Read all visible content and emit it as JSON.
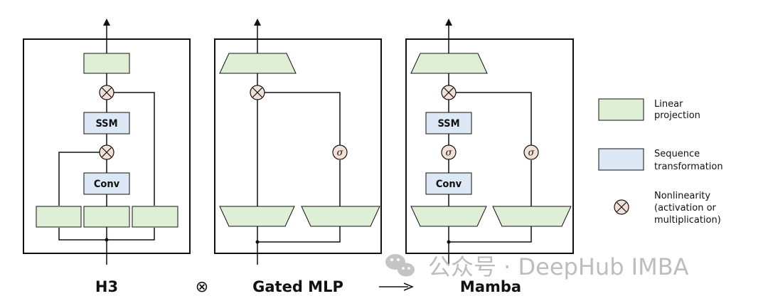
{
  "diagrams": {
    "h3": {
      "title": "H3",
      "blocks": {
        "ssm": "SSM",
        "conv": "Conv"
      }
    },
    "gated_mlp": {
      "title": "Gated MLP",
      "activation": "σ"
    },
    "mamba": {
      "title": "Mamba",
      "blocks": {
        "ssm": "SSM",
        "conv": "Conv"
      },
      "activation": "σ"
    }
  },
  "operators": {
    "combine_symbol": "⊗"
  },
  "legend": {
    "linear": [
      "Linear",
      "projection"
    ],
    "sequence": [
      "Sequence",
      "transformation"
    ],
    "nonlinearity": [
      "Nonlinearity",
      "(activation or",
      "multiplication)"
    ]
  },
  "watermark": {
    "text": "公众号 · DeepHub IMBA"
  },
  "colors": {
    "linear_fill": "#dfefd6",
    "sequence_fill": "#dce8f5",
    "nonlin_fill": "#f3e1d6",
    "stroke": "#111111",
    "watermark": "#bdbdbd"
  }
}
